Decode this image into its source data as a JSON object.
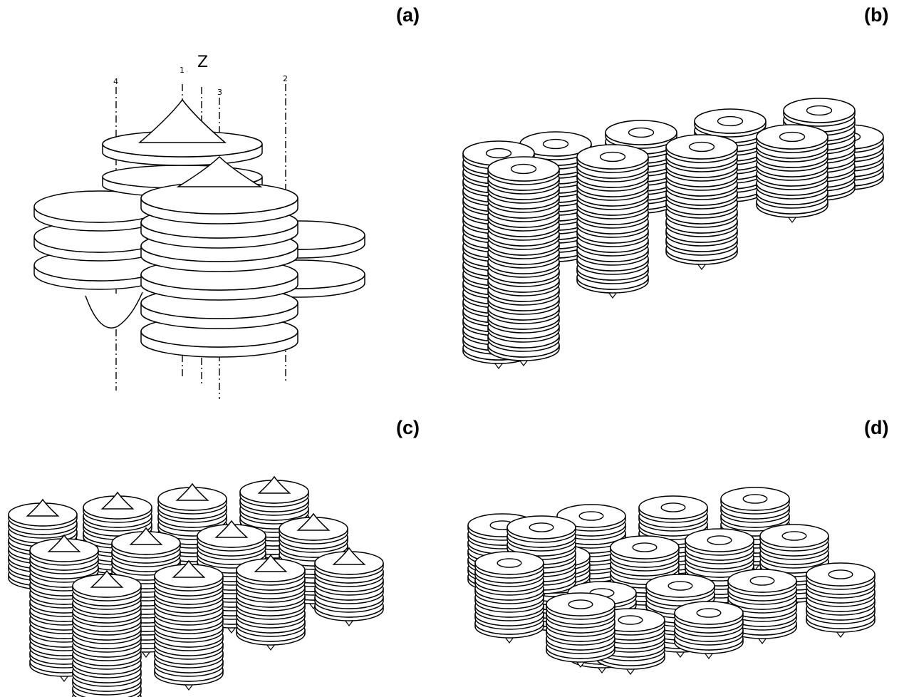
{
  "panels": [
    {
      "label": "(a)"
    },
    {
      "label": "(b)"
    },
    {
      "label": "(c)"
    },
    {
      "label": "(d)"
    }
  ],
  "panel_a": {
    "z_label": "Z",
    "axis_labels": [
      "1",
      "3",
      "4",
      "2"
    ]
  }
}
